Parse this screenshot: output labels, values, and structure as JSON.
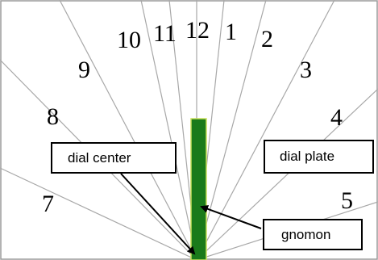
{
  "hour_labels": [
    {
      "text": "7"
    },
    {
      "text": "8"
    },
    {
      "text": "9"
    },
    {
      "text": "10"
    },
    {
      "text": "11"
    },
    {
      "text": "12"
    },
    {
      "text": "1"
    },
    {
      "text": "2"
    },
    {
      "text": "3"
    },
    {
      "text": "4"
    },
    {
      "text": "5"
    }
  ],
  "callouts": {
    "dial_center": "dial center",
    "dial_plate": "dial plate",
    "gnomon": "gnomon"
  },
  "colors": {
    "gnomon_fill": "#1a7a1a",
    "gnomon_edge": "#c8e05a",
    "hour_lines": "#a8a8a8",
    "border": "#9a9a9a"
  }
}
